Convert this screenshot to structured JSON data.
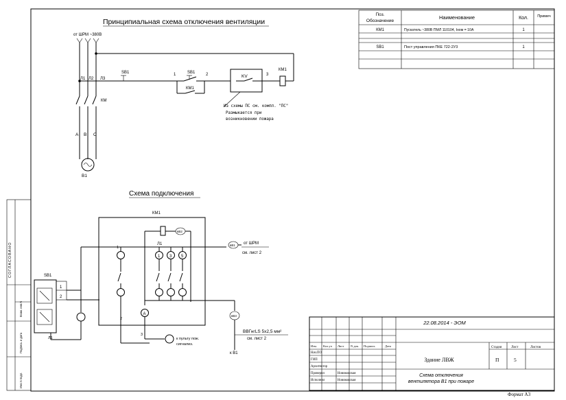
{
  "diagram": {
    "title_main": "Принципиальная схема отключения вентиляции",
    "title_connection": "Схема подключения",
    "supply_label": "от ШРМ ~380В",
    "phase_labels": [
      "Л1",
      "Л2",
      "Л3"
    ],
    "motor_terminals": [
      "A",
      "B",
      "C"
    ],
    "motor_label": "В1",
    "contact_label_km": "КМ",
    "sb1_label": "SB1",
    "terminal_1": "1",
    "terminal_2": "2",
    "terminal_3": "3",
    "sb1_upper_label": "SB1",
    "km1_contact_label": "КМ1",
    "kv_label": "KV",
    "coil_label": "КМ1",
    "note_lines": [
      "Из схемы ПС см. компл. \"ПС\"",
      "Размыкается при",
      "возникновении пожара"
    ]
  },
  "connection": {
    "km1_box_label": "КМ1",
    "cable_vv2": "вВ2",
    "cable_vv1": "вВ1",
    "cable_vv3": "вВ3",
    "l1_label": "Л1",
    "terminals": [
      "1",
      "3",
      "5"
    ],
    "wire_1": "1",
    "wire_2": "2",
    "wire_3": "3",
    "from_shrm": "от ШРМ",
    "see_sheet_2a": "см. лист 2",
    "sb1_label": "SB1",
    "sb1_term_1": "1",
    "sb1_term_2": "2",
    "l1_bottom": "Л1",
    "ammeter": "A",
    "fire_panel_1": "к пульту пож.",
    "fire_panel_2": "сигнализ.",
    "cable_spec": "ВВГнгLS 5х2,5 мм²",
    "see_sheet_2b": "см. лист 2",
    "to_b1": "к В1"
  },
  "spec_table": {
    "headers": {
      "pos": "Поз. Обозначение",
      "name": "Наименование",
      "qty": "Кол.",
      "note": "Примеч"
    },
    "rows": [
      {
        "pos": "КМ1",
        "name": "Пускатель ~380В ПМЛ 110104, Iном = 10А",
        "qty": "1"
      },
      {
        "pos": "SB1",
        "name": "Пост управления ПКЕ 722-2У3",
        "qty": "1"
      }
    ]
  },
  "stamp": {
    "date_code": "22.08.2014 - ЭОМ",
    "col_headers": [
      "Изм.",
      "Кол.уч",
      "Лист",
      "N док.",
      "Подпись",
      "Дата"
    ],
    "roles": [
      "Нач.ПО",
      "ГИП",
      "Архитектор",
      "Проверил",
      "Исполнил"
    ],
    "names": [
      "",
      "",
      "",
      "Новомакская",
      "Новомакская"
    ],
    "building": "Здание ЛВЖ",
    "stage_label": "Стадия",
    "sheet_label": "Лист",
    "sheets_label": "Листов",
    "stage": "П",
    "sheet": "5",
    "sheets": "",
    "drawing_title_1": "Схема отключения",
    "drawing_title_2": "вентилятора В1 при пожаре",
    "format": "Формат А3"
  },
  "side_stamp": {
    "approved": "СОГЛАСОВАНО",
    "inv_orig": "Взам. инв.N",
    "sign_date": "Подпись и дата",
    "inv_no": "Инв.N подл."
  }
}
